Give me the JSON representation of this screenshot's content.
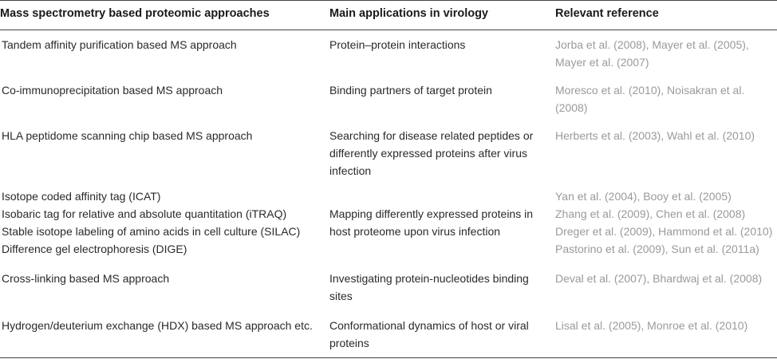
{
  "header": {
    "col1": "Mass spectrometry based proteomic approaches",
    "col2": "Main applications in virology",
    "col3": "Relevant reference"
  },
  "rows": [
    {
      "method": [
        "Tandem affinity purification based MS approach"
      ],
      "application": [
        "Protein–protein interactions"
      ],
      "reference": [
        "Jorba et al. (2008), Mayer et al. (2005),",
        "Mayer et al. (2007)"
      ]
    },
    {
      "method": [
        "Co-immunoprecipitation based MS approach"
      ],
      "application": [
        "Binding partners of target protein"
      ],
      "reference": [
        "Moresco et al. (2010), Noisakran et al.",
        "(2008)"
      ]
    },
    {
      "method": [
        "HLA peptidome scanning chip based MS approach"
      ],
      "application": [
        "Searching for disease related peptides or",
        "differently expressed proteins after virus",
        "infection"
      ],
      "reference": [
        "Herberts et al. (2003), Wahl et al. (2010)"
      ]
    },
    {
      "method": [
        "Isotope coded affinity tag (ICAT)",
        "Isobaric tag for relative and absolute quantitation (iTRAQ)",
        "Stable isotope labeling of amino acids in cell culture (SILAC)",
        "Difference gel electrophoresis (DIGE)"
      ],
      "application": [
        "Mapping differently expressed proteins in",
        "host proteome upon virus infection"
      ],
      "reference": [
        "Yan et al. (2004), Booy et al. (2005)",
        "Zhang et al. (2009), Chen et al. (2008)",
        "Dreger et al. (2009), Hammond et al. (2010)",
        "Pastorino et al. (2009), Sun et al. (2011a)"
      ]
    },
    {
      "method": [
        "Cross-linking based MS approach"
      ],
      "application": [
        "Investigating protein-nucleotides binding",
        "sites"
      ],
      "reference": [
        "Deval et al. (2007), Bhardwaj et al. (2008)"
      ]
    },
    {
      "method": [
        "Hydrogen/deuterium exchange (HDX) based MS approach etc."
      ],
      "application": [
        "Conformational dynamics of host or viral",
        "proteins"
      ],
      "reference": [
        "Lisal et al. (2005), Monroe et al. (2010)"
      ]
    }
  ]
}
